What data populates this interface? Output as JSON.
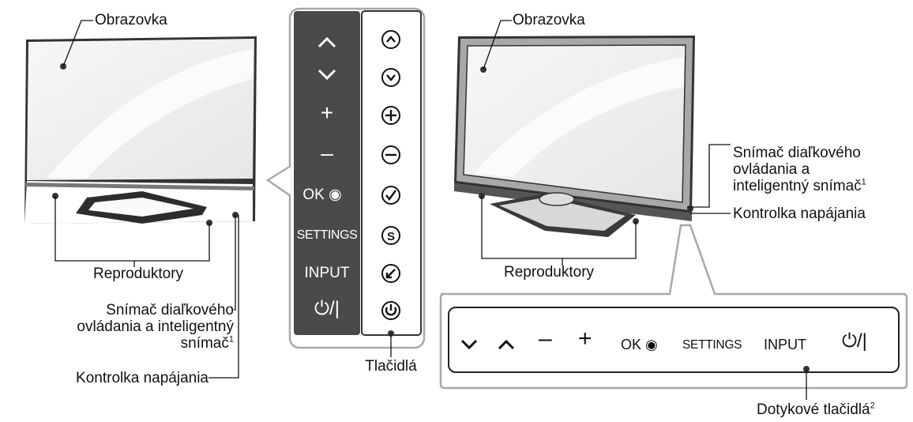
{
  "labels": {
    "screen_left": "Obrazovka",
    "screen_right": "Obrazovka",
    "speakers_left": "Reproduktory",
    "speakers_right": "Reproduktory",
    "sensor_left": "Snímač diaľkového\novládania a inteligentný\nsnímač",
    "sensor_right": "Snímač diaľkového\novládania a\ninteligentný snímač",
    "sensor_footnote": "1",
    "power_led_left": "Kontrolka napájania",
    "power_led_right": "Kontrolka napájania",
    "buttons": "Tlačidlá",
    "touch_buttons": "Dotykové tlačidlá",
    "touch_footnote": "2"
  },
  "side_panel": {
    "buttons": [
      {
        "label": "",
        "icon": "chevron-up"
      },
      {
        "label": "",
        "icon": "chevron-down"
      },
      {
        "label": "+",
        "icon": "plus"
      },
      {
        "label": "–",
        "icon": "minus"
      },
      {
        "label": "OK",
        "icon": "ok-circle"
      },
      {
        "label": "SETTINGS",
        "icon": "settings-s"
      },
      {
        "label": "INPUT",
        "icon": "input-arrow"
      },
      {
        "label": "⏻/|",
        "icon": "power"
      }
    ]
  },
  "touch_strip": {
    "buttons": [
      {
        "label": "",
        "icon": "chevron-down"
      },
      {
        "label": "",
        "icon": "chevron-up"
      },
      {
        "label": "–",
        "icon": "minus"
      },
      {
        "label": "+",
        "icon": "plus"
      },
      {
        "label": "OK",
        "icon": "ok-circle"
      },
      {
        "label": "SETTINGS",
        "icon": "settings"
      },
      {
        "label": "INPUT",
        "icon": "input"
      },
      {
        "label": "⏻/|",
        "icon": "power"
      }
    ]
  },
  "colors": {
    "panel_dark": "#4a4a4a",
    "frame_gray": "#a8a8a8",
    "screen_light": "#f2f2f2",
    "line": "#111111"
  }
}
